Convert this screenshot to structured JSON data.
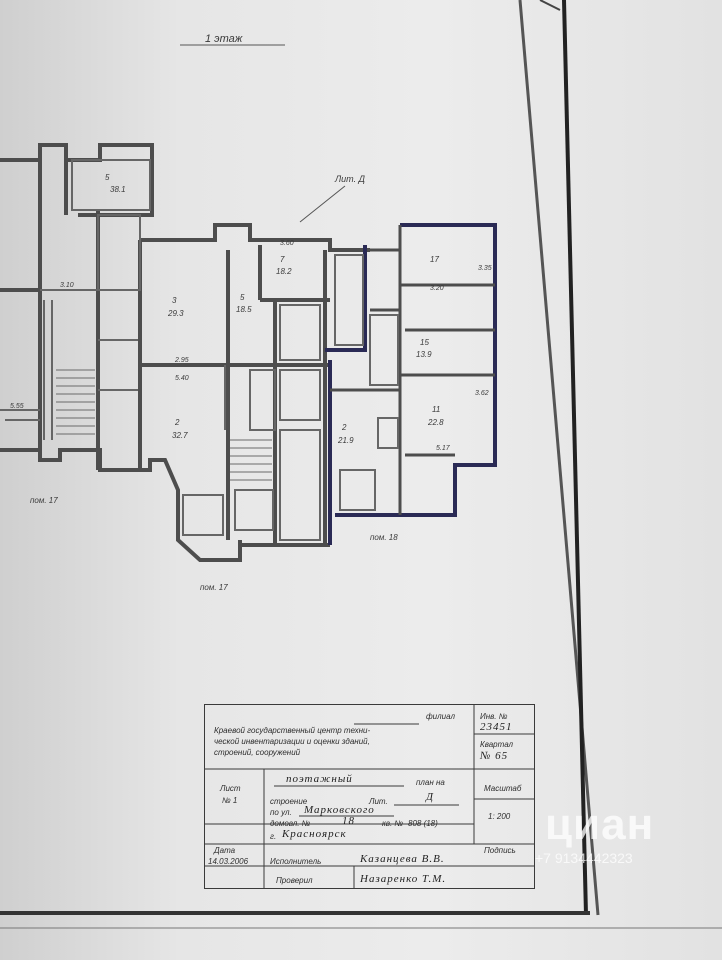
{
  "floor_label": "1 этаж",
  "lit_label": "Лит. Д",
  "rooms": {
    "r1": {
      "num": "5",
      "area": "38.1"
    },
    "r2": {
      "num": "3",
      "area": "29.3"
    },
    "r3": {
      "num": "5",
      "area": "18.5"
    },
    "r4": {
      "num": "7",
      "area": "18.2"
    },
    "r5": {
      "num": "2",
      "area": "32.7"
    },
    "r6": {
      "num": "2",
      "area": "21.9"
    },
    "r7": {
      "num": "11",
      "area": "22.8"
    },
    "r8": {
      "num": "17",
      "area": ""
    },
    "r9": {
      "num": "15",
      "area": "13.9"
    }
  },
  "dims": [
    "5.55",
    "3.60",
    "3.20",
    "5.40",
    "2.95",
    "3.62",
    "3.10",
    "5.17",
    "3.35"
  ],
  "pom_labels": [
    "пом. 17",
    "пом. 17",
    "пом. 18"
  ],
  "title_block": {
    "filial_label": "филиал",
    "org": [
      "Краевой государственный центр техни-",
      "ческой инвентаризации и оценки зданий,",
      "строений, сооружений"
    ],
    "inv_label": "Инв. №",
    "inv_value": "23451",
    "kvartal_label": "Квартал",
    "kvartal_value": "№ 65",
    "plan_type": "поэтажный",
    "plan_label": "план на",
    "list_label": "Лист",
    "list_value": "№ 1",
    "stroenie_label": "строение",
    "lit_short": "Лит.",
    "lit_value": "Д",
    "ul_label": "по ул.",
    "street": "Марковского",
    "dom_label": "домовл. №",
    "dom_value": "18",
    "kv_label": "кв. №",
    "kv_value": "808 (18)",
    "city_prefix": "г.",
    "city": "Красноярск",
    "masshtab_label": "Масштаб",
    "masshtab_value": "1: 200",
    "data_label": "Дата",
    "podpis_label": "Подпись",
    "date_value": "14.03.2006",
    "ispolnitel_label": "Исполнитель",
    "ispolnitel_name": "Казанцева В.В.",
    "proveril_label": "Проверил",
    "proveril_name": "Назаренко Т.М."
  },
  "watermark": {
    "brand": "циан",
    "phone": "+7 9134442323"
  }
}
